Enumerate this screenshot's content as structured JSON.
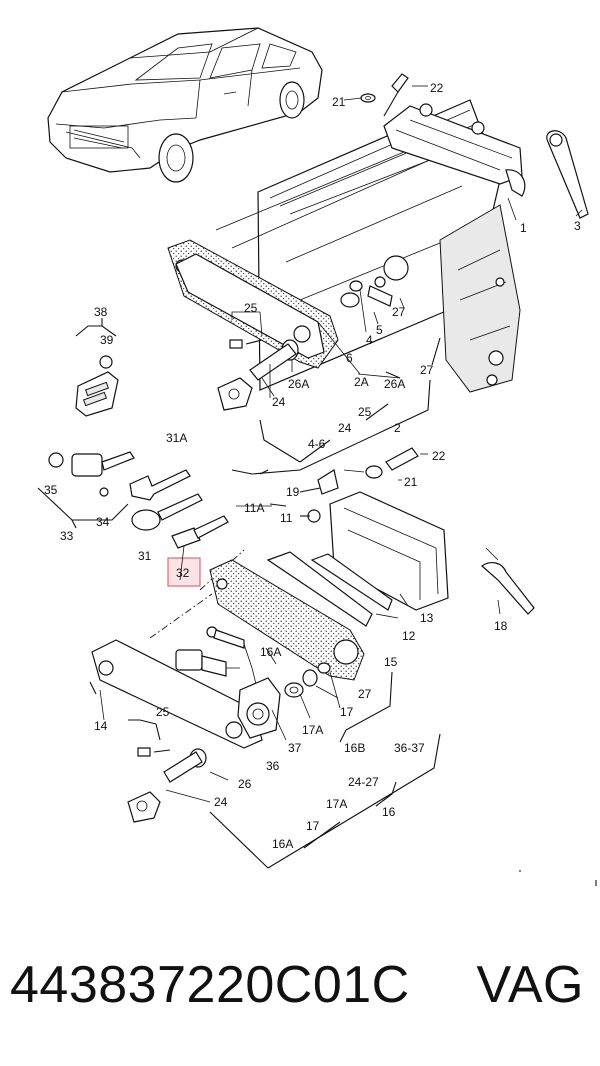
{
  "callouts": {
    "c1": "1",
    "c2": "2",
    "c2A": "2A",
    "c3": "3",
    "c4": "4",
    "c4_6": "4-6",
    "c5": "5",
    "c6": "6",
    "c11": "11",
    "c11A": "11A",
    "c12": "12",
    "c13": "13",
    "c14": "14",
    "c15": "15",
    "c16": "16",
    "c16A_top": "16A",
    "c16A_bottom": "16A",
    "c16B": "16B",
    "c17_right": "17",
    "c17_bottom": "17",
    "c17A_mid": "17A",
    "c17A_bottom": "17A",
    "c18": "18",
    "c19": "19",
    "c21_top": "21",
    "c21_mid": "21",
    "c22_top": "22",
    "c22_mid": "22",
    "c24_upper": "24",
    "c24_bracket": "24",
    "c24_lower": "24",
    "c24_27": "24-27",
    "c25_upper": "25",
    "c25_bracket": "25",
    "c25_lower": "25",
    "c26_lower": "26",
    "c26A_upper": "26A",
    "c26A_bracket": "26A",
    "c27_upper": "27",
    "c27_bracket": "27",
    "c27_lower": "27",
    "c31": "31",
    "c31A": "31A",
    "c32": "32",
    "c33": "33",
    "c34": "34",
    "c35": "35",
    "c36": "36",
    "c36_37": "36-37",
    "c37": "37",
    "c38": "38",
    "c39": "39"
  },
  "highlighted_part": "32",
  "highlight_color": "#e16a78",
  "footer": {
    "part_number": "443837220C01C",
    "brand": "VAG"
  }
}
